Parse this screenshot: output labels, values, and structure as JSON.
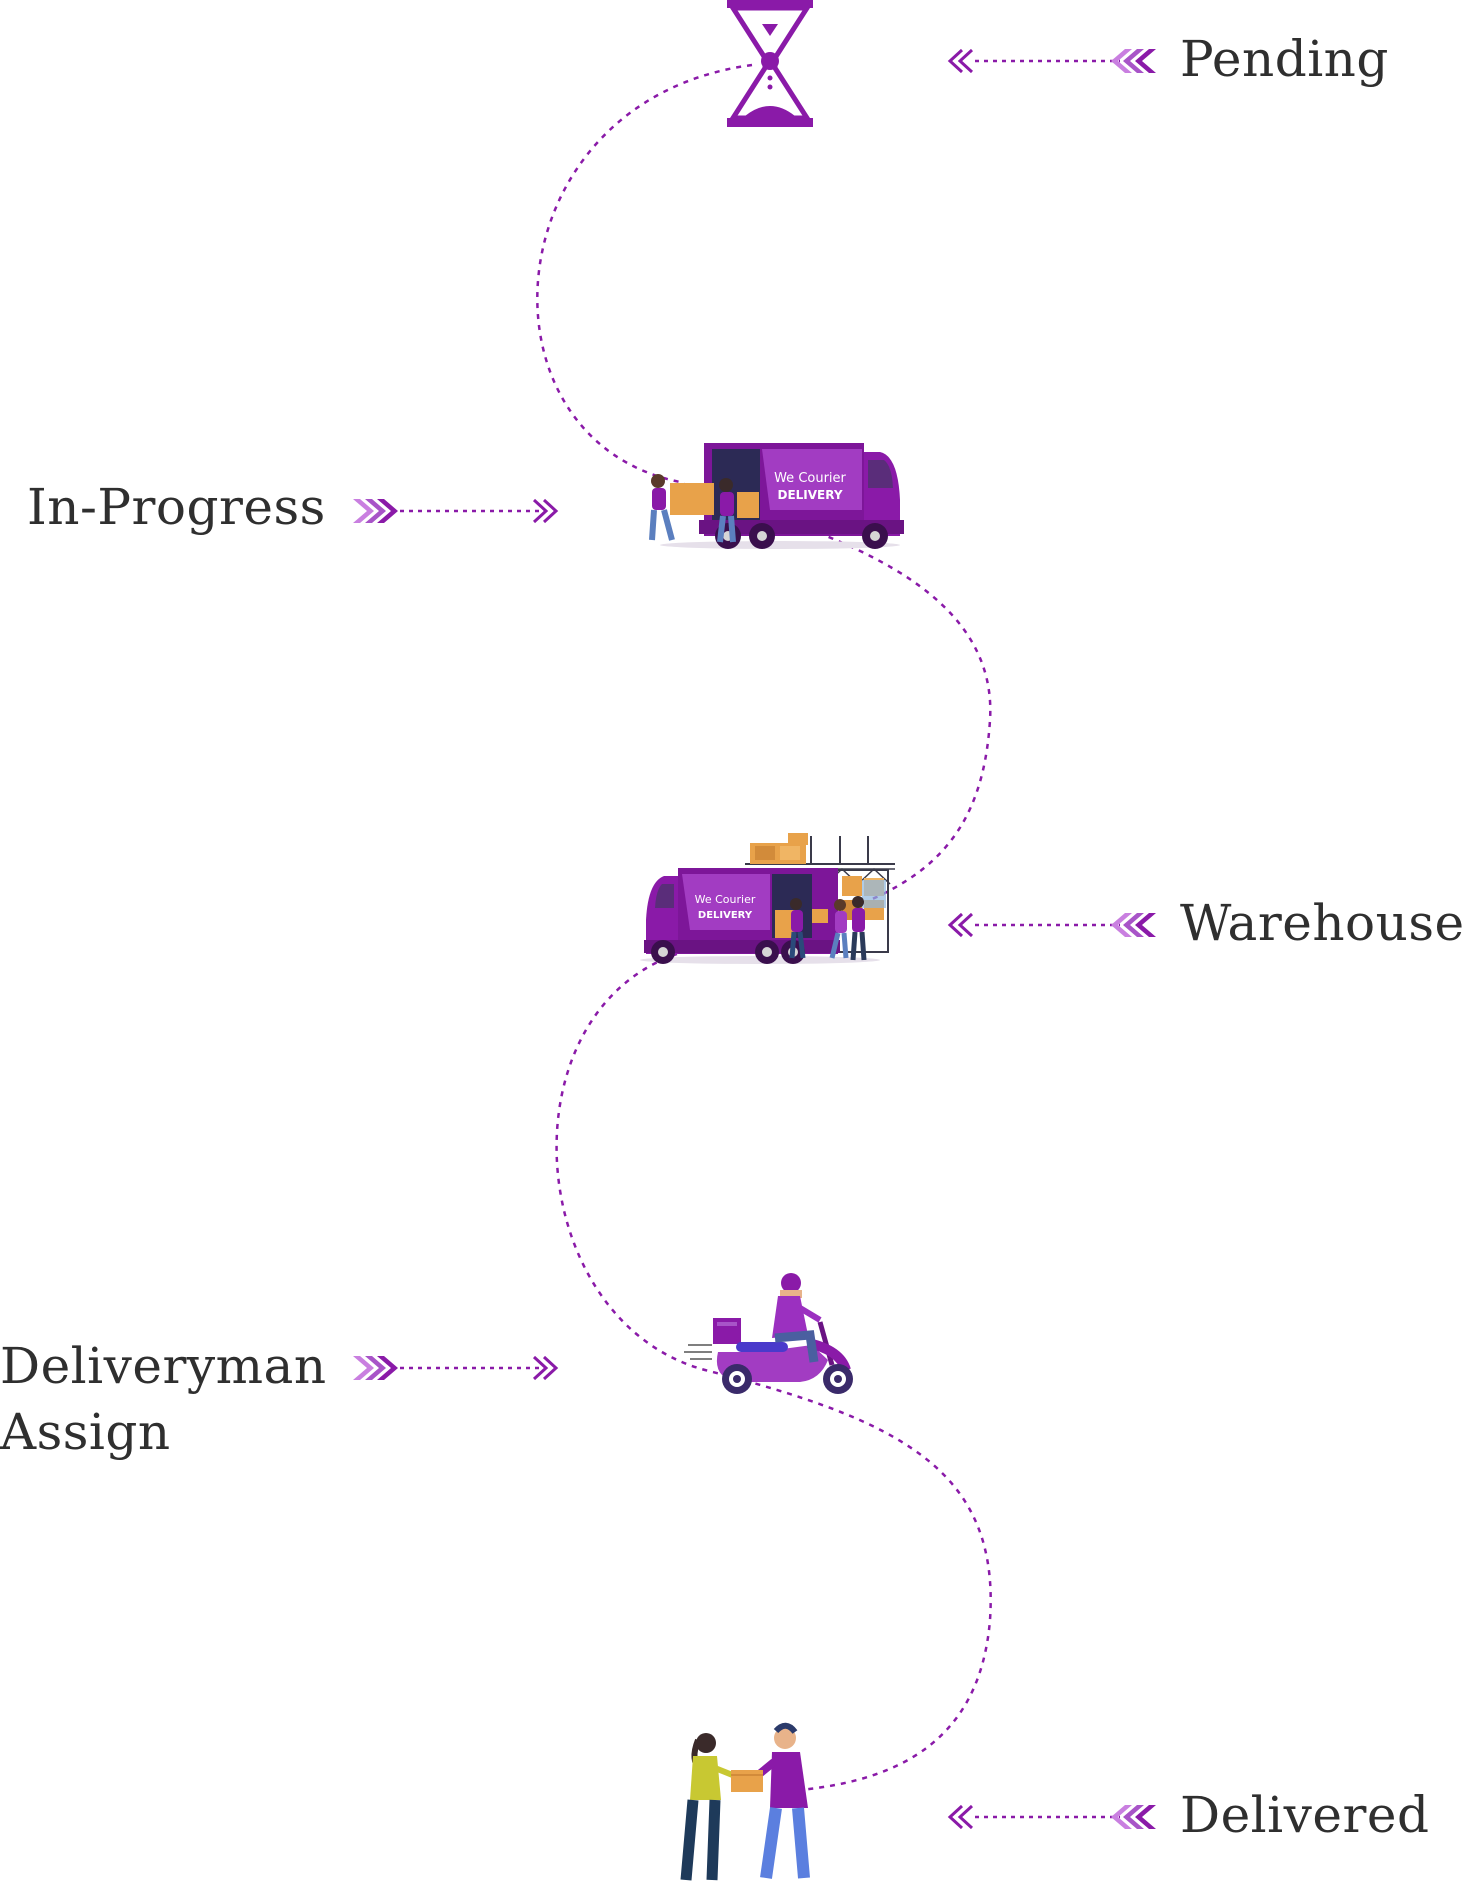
{
  "steps": [
    {
      "label": "Pending",
      "icon": "hourglass-icon"
    },
    {
      "label": "In-Progress",
      "icon": "loading-van-icon"
    },
    {
      "label": "Warehouse",
      "icon": "warehouse-van-icon"
    },
    {
      "label": "Deliveryman Assign",
      "label_line1": "Deliveryman",
      "label_line2": "Assign",
      "icon": "scooter-rider-icon"
    },
    {
      "label": "Delivered",
      "icon": "package-handover-icon"
    }
  ],
  "van": {
    "brand_line1": "We Courier",
    "brand_line2": "DELIVERY"
  },
  "colors": {
    "accent": "#8a1aa8",
    "accent_light": "#c97fe0",
    "text": "#2f2f2f",
    "box": "#e8a24a"
  }
}
